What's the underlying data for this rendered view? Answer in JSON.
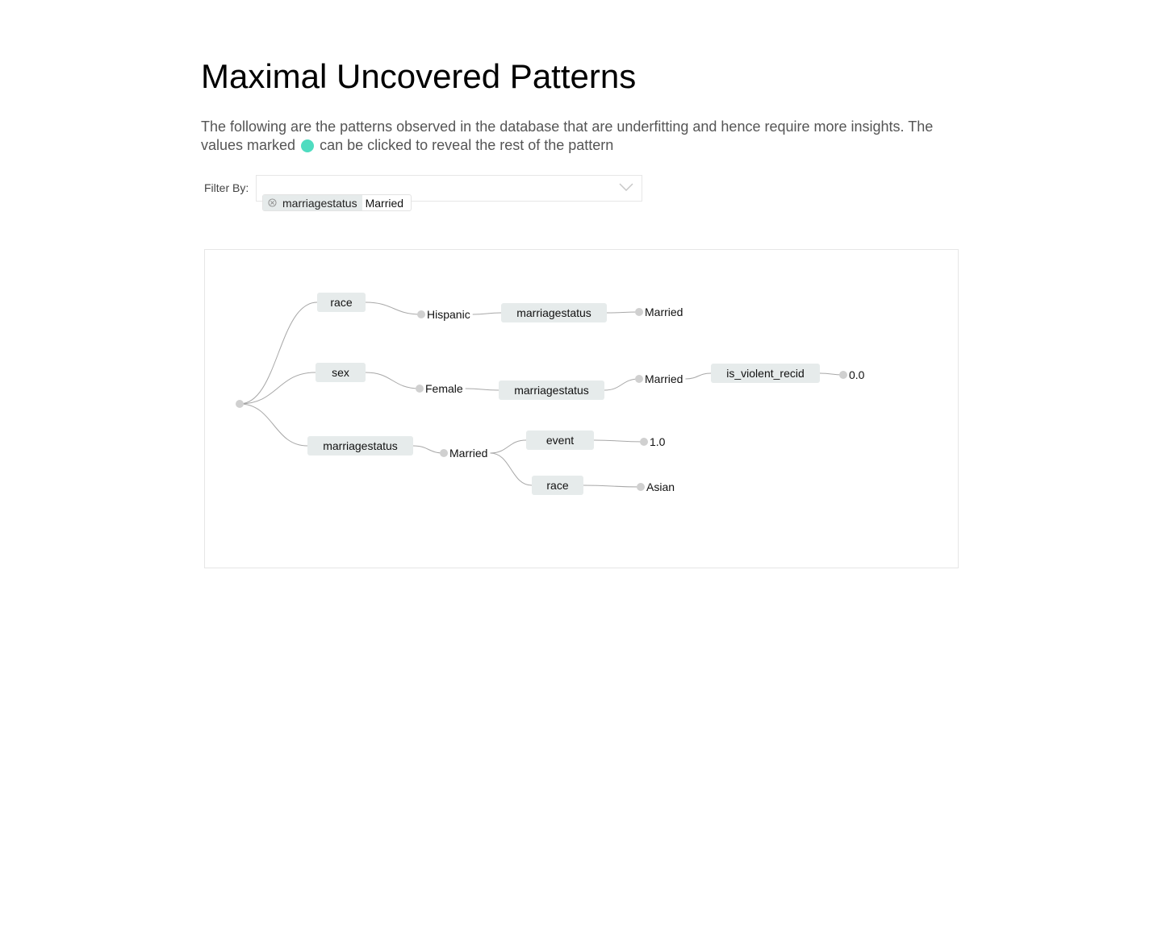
{
  "header": {
    "title": "Maximal Uncovered Patterns",
    "description_part1": "The following are the patterns observed in the database that are underfitting and hence require more insights. The values marked",
    "description_part2": "can be clicked to reveal the rest of the pattern",
    "marker_color": "#4fdcc0"
  },
  "filter": {
    "label": "Filter By:",
    "selected_tags": [
      {
        "key": "marriagestatus",
        "value": "Married"
      }
    ]
  },
  "tree": {
    "node_color": "#d0d0d0",
    "attribute_fill": "#e6ebeb",
    "link_color": "#a8a8a8",
    "branches": [
      {
        "attribute": "race",
        "value": "Hispanic",
        "children": [
          {
            "attribute": "marriagestatus",
            "value": "Married",
            "children": []
          }
        ]
      },
      {
        "attribute": "sex",
        "value": "Female",
        "children": [
          {
            "attribute": "marriagestatus",
            "value": "Married",
            "children": [
              {
                "attribute": "is_violent_recid",
                "value": "0.0",
                "children": []
              }
            ]
          }
        ]
      },
      {
        "attribute": "marriagestatus",
        "value": "Married",
        "children": [
          {
            "attribute": "event",
            "value": "1.0",
            "children": []
          },
          {
            "attribute": "race",
            "value": "Asian",
            "children": []
          }
        ]
      }
    ]
  }
}
